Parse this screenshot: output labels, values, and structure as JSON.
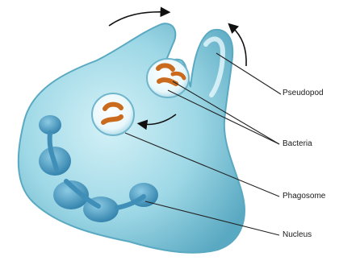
{
  "diagram": {
    "labels": {
      "pseudopod": "Pseudopod",
      "bacteria": "Bacteria",
      "phagosome": "Phagosome",
      "nucleus": "Nucleus"
    }
  },
  "colors": {
    "cell_fill": "#8fd0e0",
    "cell_edge": "#5aa9c2",
    "cell_highlight": "#d4f1f7",
    "nucleus": "#3f8fb8",
    "bacteria": "#c96a1c",
    "arrow": "#111111",
    "leader_line": "#222222"
  }
}
